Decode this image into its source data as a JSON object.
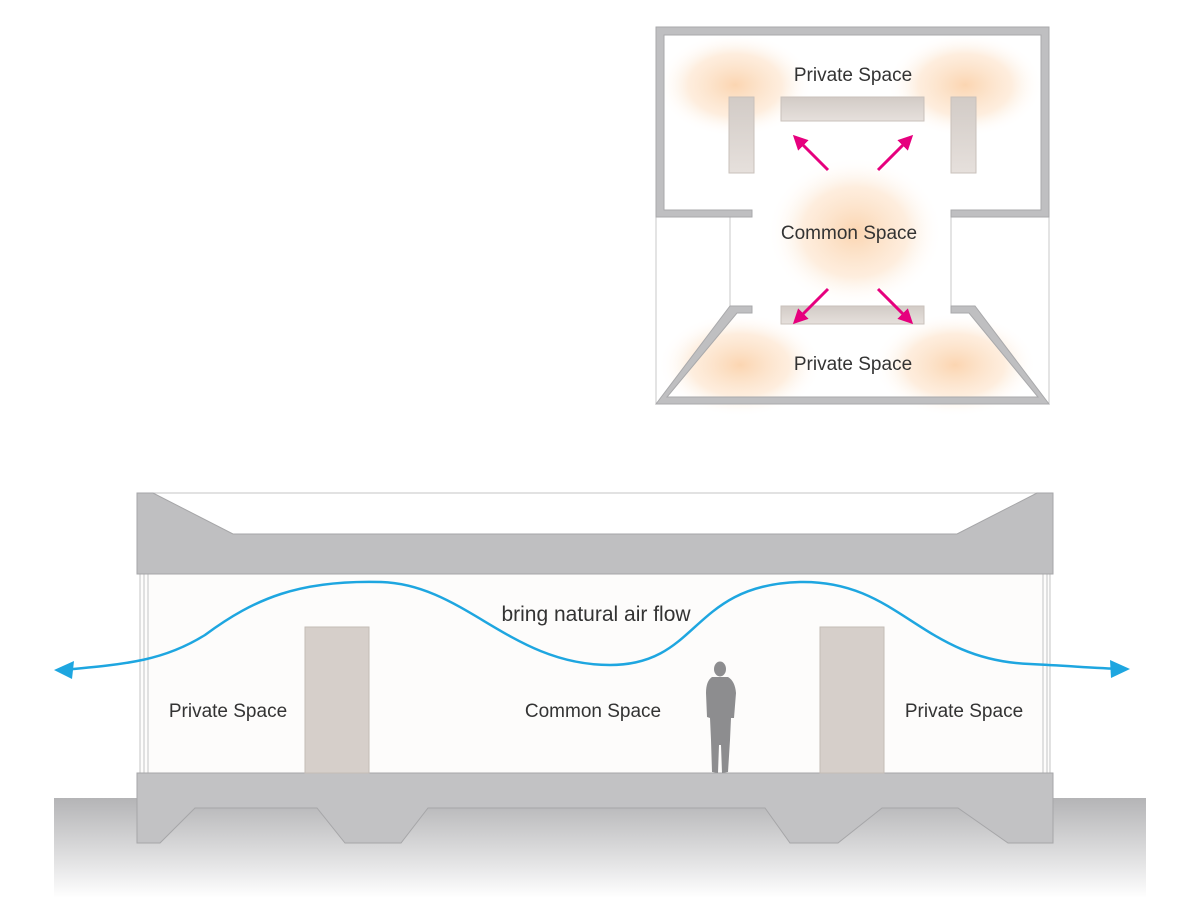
{
  "plan": {
    "top_label": "Private Space",
    "middle_label": "Common Space",
    "bottom_label": "Private Space"
  },
  "section": {
    "flow_label": "bring natural air flow",
    "left_label": "Private Space",
    "center_label": "Common Space",
    "right_label": "Private Space"
  },
  "colors": {
    "wall": "#bfbfc1",
    "wall_stroke": "#a9a9ab",
    "partition": "#d8d1cc",
    "glow": "#fbd9b8",
    "arrow_magenta": "#e6007e",
    "airflow_blue": "#1ea6e0",
    "person": "#8d8d8f"
  }
}
